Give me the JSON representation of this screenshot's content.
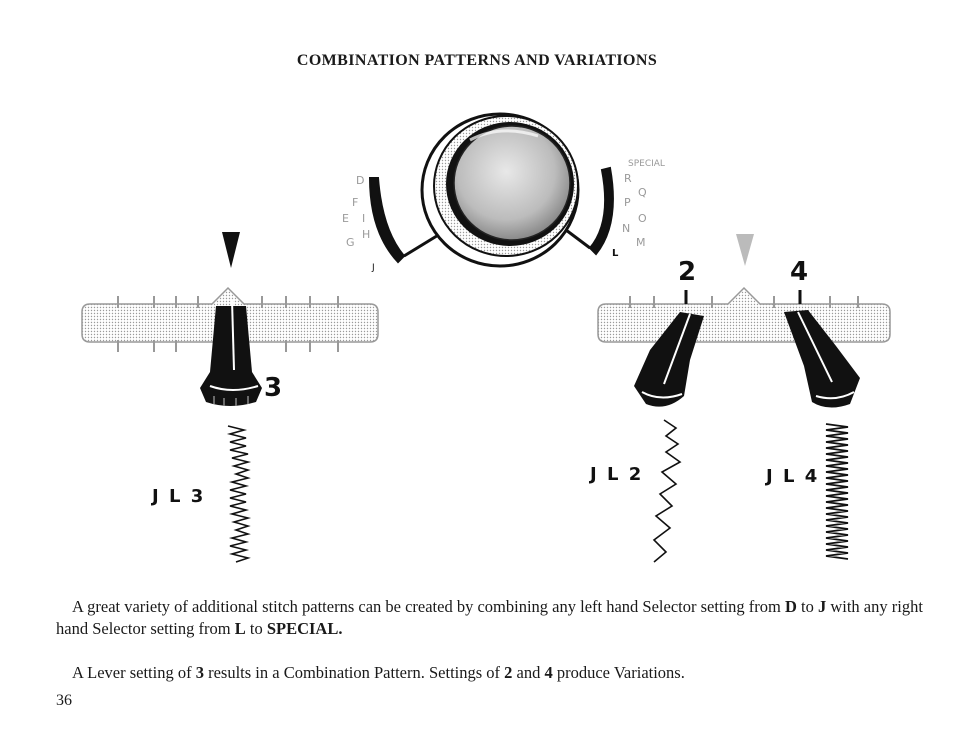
{
  "title": "COMBINATION PATTERNS AND VARIATIONS",
  "dial": {
    "left_letters": [
      "D",
      "E",
      "F",
      "G",
      "H",
      "I",
      "J"
    ],
    "right_letters": [
      "SPECIAL",
      "R",
      "Q",
      "P",
      "O",
      "N",
      "M",
      "L"
    ],
    "left_end_mark": "J",
    "right_end_mark": "L"
  },
  "left_lever": {
    "setting": "3",
    "pattern_label": "J L 3"
  },
  "right_lever": {
    "setting_a": "2",
    "setting_b": "4",
    "pattern_label_a": "J L 2",
    "pattern_label_b": "J L 4"
  },
  "paragraph1": {
    "p1": "A great variety of additional stitch patterns can be created by combining any left hand Selector setting from ",
    "b1": "D",
    "p2": " to ",
    "b2": "J",
    "p3": " with any right hand Selector setting from ",
    "b3": "L",
    "p4": " to ",
    "b4": "SPECIAL."
  },
  "paragraph2": {
    "p1": "A Lever setting of ",
    "b1": "3",
    "p2": " results in a Combination Pattern. Settings of ",
    "b2": "2",
    "p3": " and ",
    "b3": "4",
    "p4": " produce Variations."
  },
  "page_number": "36"
}
